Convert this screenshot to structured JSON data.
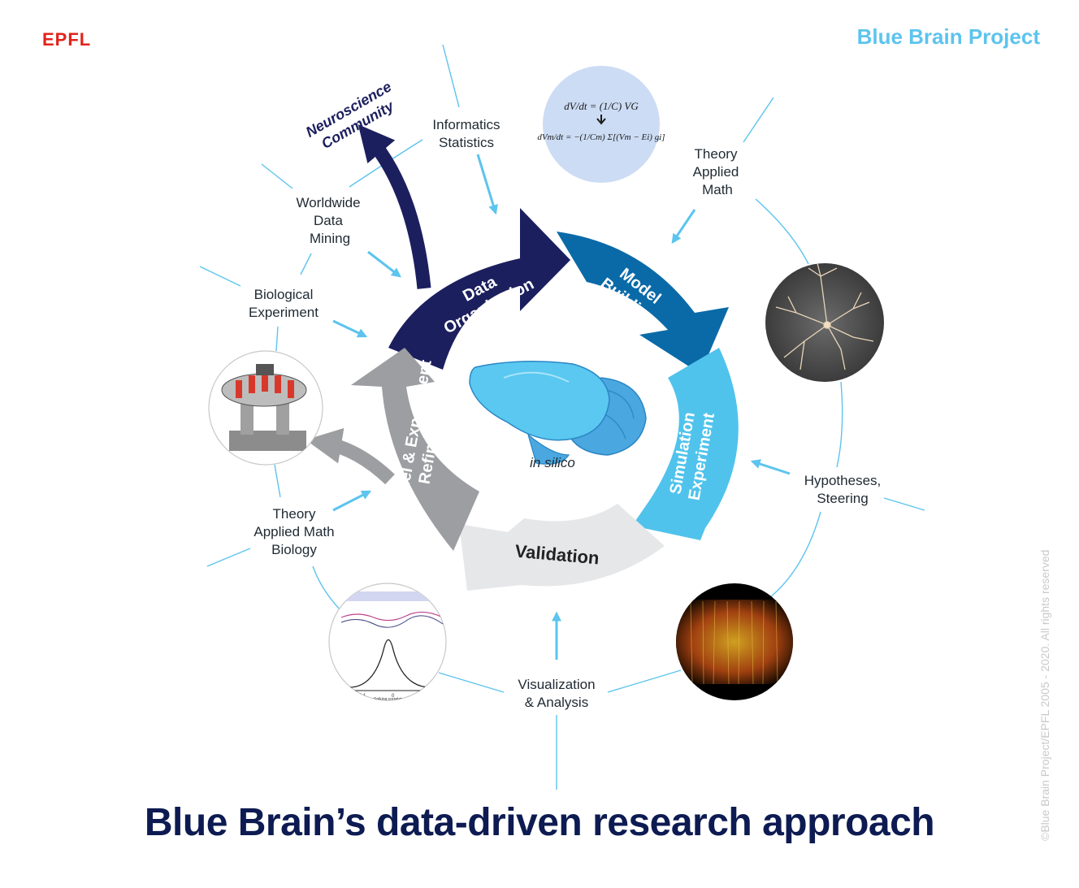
{
  "header": {
    "logo_text": "EPFL",
    "project_name": "Blue Brain Project"
  },
  "title": "Blue Brain’s data-driven research approach",
  "copyright": "©Blue Brain Project/EPFL 2005 - 2020. All rights reserved",
  "cycle": {
    "data_organization": [
      "Data",
      "Organization"
    ],
    "model_building": [
      "Model",
      "Building"
    ],
    "simulation_experiment": [
      "Simulation",
      "Experiment"
    ],
    "validation": "Validation",
    "refinement": [
      "Model & Experiment",
      "Refinement"
    ],
    "center_label": "in silico"
  },
  "labels": {
    "neuroscience_community": [
      "Neuroscience",
      "Community"
    ],
    "informatics": [
      "Informatics",
      "Statistics"
    ],
    "theory_top": [
      "Theory",
      "Applied",
      "Math"
    ],
    "worldwide": [
      "Worldwide",
      "Data",
      "Mining"
    ],
    "biological": [
      "Biological",
      "Experiment"
    ],
    "hypotheses": [
      "Hypotheses,",
      "Steering"
    ],
    "theory_bottom": [
      "Theory",
      "Applied Math",
      "Biology"
    ],
    "visualization": [
      "Visualization",
      "& Analysis"
    ]
  },
  "equation": {
    "line1": "dV/dt = (1/C) VG",
    "line2": "dVm/dt = −(1/Cm) Σ[(Vm − Ei) gi]"
  },
  "plot_thumbnail": {
    "xlabel": "Spiking correlat",
    "ticks": [
      "-0.1",
      "0",
      "0."
    ]
  },
  "colors": {
    "navy": "#1c1f5e",
    "model_blue": "#0a6aa8",
    "sim_blue": "#4fc3ec",
    "validation_grey": "#e6e7e9",
    "refine_grey": "#9c9ea1",
    "connector": "#5cc4ee",
    "title": "#0d1b52",
    "logo_red": "#e2231a"
  }
}
